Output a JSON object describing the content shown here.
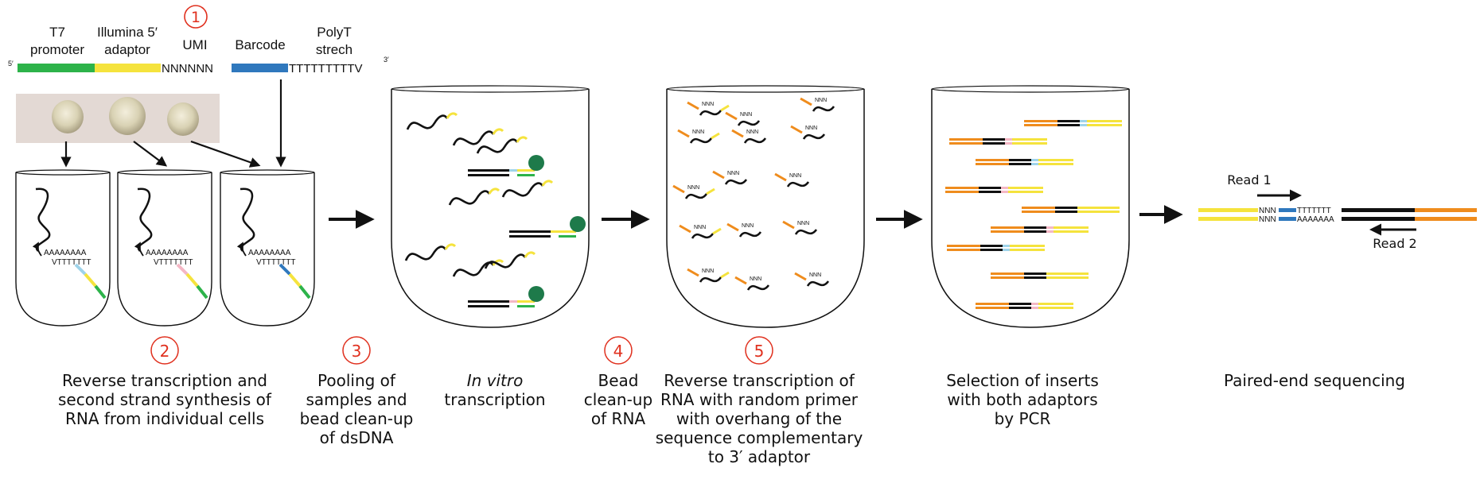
{
  "construct": {
    "labels": {
      "t7": [
        "T7",
        "promoter"
      ],
      "illumina": [
        "Illumina 5′",
        "adaptor"
      ],
      "umi": "UMI",
      "barcode": "Barcode",
      "polyt": [
        "PolyT",
        "strech"
      ]
    },
    "five_prime": "5′",
    "three_prime": "3′",
    "umi_seq": "NNNNNN",
    "polyt_seq": "TTTTTTTTTV",
    "step_number": "1"
  },
  "tube_labels": {
    "polya": "AAAAAAAA",
    "polyt": "VTTTTTTT"
  },
  "nnn": "NNN",
  "sequencing": {
    "read1": "Read 1",
    "read2": "Read 2",
    "top_polyt": "TTTTTTT",
    "bottom_polya": "AAAAAAA"
  },
  "steps": [
    {
      "number": "2",
      "caption": [
        "Reverse transcription and",
        "second strand synthesis of",
        "RNA from individual cells"
      ]
    },
    {
      "number": "3",
      "caption": [
        "Pooling of",
        "samples and",
        "bead clean-up",
        "of dsDNA"
      ]
    },
    {
      "number": "",
      "caption": [
        "In vitro",
        "transcription"
      ]
    },
    {
      "number": "4",
      "caption": [
        "Bead",
        "clean-up",
        "of RNA"
      ]
    },
    {
      "number": "5",
      "caption": [
        "Reverse transcription of",
        "RNA with random primer",
        "with overhang of the",
        "sequence complementary",
        "to 3′ adaptor"
      ]
    },
    {
      "number": "",
      "caption": [
        "Selection of inserts",
        "with both adaptors",
        "by PCR"
      ]
    },
    {
      "number": "",
      "caption": [
        "Paired-end sequencing"
      ]
    }
  ],
  "colors": {
    "t7_green": "#2db34a",
    "illumina_yellow": "#f5e33d",
    "barcode_blue": "#2f78bd",
    "orange": "#ef8c1d",
    "light_blue": "#9ed3ea",
    "pink": "#f4b7c5",
    "bead_green": "#1e7a4a",
    "red": "#e0301e"
  }
}
